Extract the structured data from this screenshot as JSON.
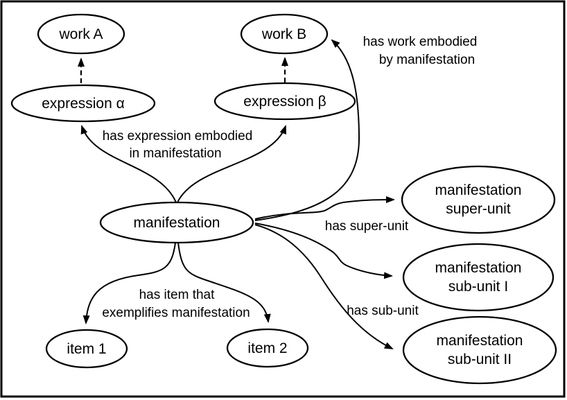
{
  "diagram": {
    "colors": {
      "line": "#000000",
      "background": "#ffffff",
      "text": "#000000"
    },
    "nodes": {
      "work_a": {
        "label": "work A"
      },
      "work_b": {
        "label": "work B"
      },
      "expression_alpha": {
        "label": "expression α"
      },
      "expression_beta": {
        "label": "expression β"
      },
      "manifestation": {
        "label": "manifestation"
      },
      "item_1": {
        "label": "item 1"
      },
      "item_2": {
        "label": "item 2"
      },
      "super_unit": {
        "line1": "manifestation",
        "line2": "super-unit"
      },
      "sub_unit_1": {
        "line1": "manifestation",
        "line2": "sub-unit I"
      },
      "sub_unit_2": {
        "line1": "manifestation",
        "line2": "sub-unit II"
      }
    },
    "edges": {
      "expression_embodied": {
        "line1": "has expression embodied",
        "line2": "in manifestation"
      },
      "work_embodied": {
        "line1": "has work embodied",
        "line2": "by manifestation"
      },
      "item_exemplifies": {
        "line1": "has item that",
        "line2": "exemplifies manifestation"
      },
      "has_super_unit": {
        "label": "has super-unit"
      },
      "has_sub_unit": {
        "label": "has sub-unit"
      }
    }
  }
}
